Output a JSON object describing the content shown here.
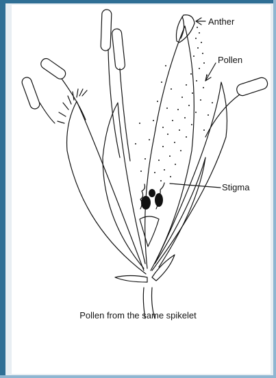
{
  "labels": {
    "anther": "Anther",
    "pollen": "Pollen",
    "stigma": "Stigma"
  },
  "caption": "Pollen from the same spikelet",
  "colors": {
    "frame": "#2f6f95",
    "frame_light": "#8fb6d1",
    "ink": "#111111"
  }
}
